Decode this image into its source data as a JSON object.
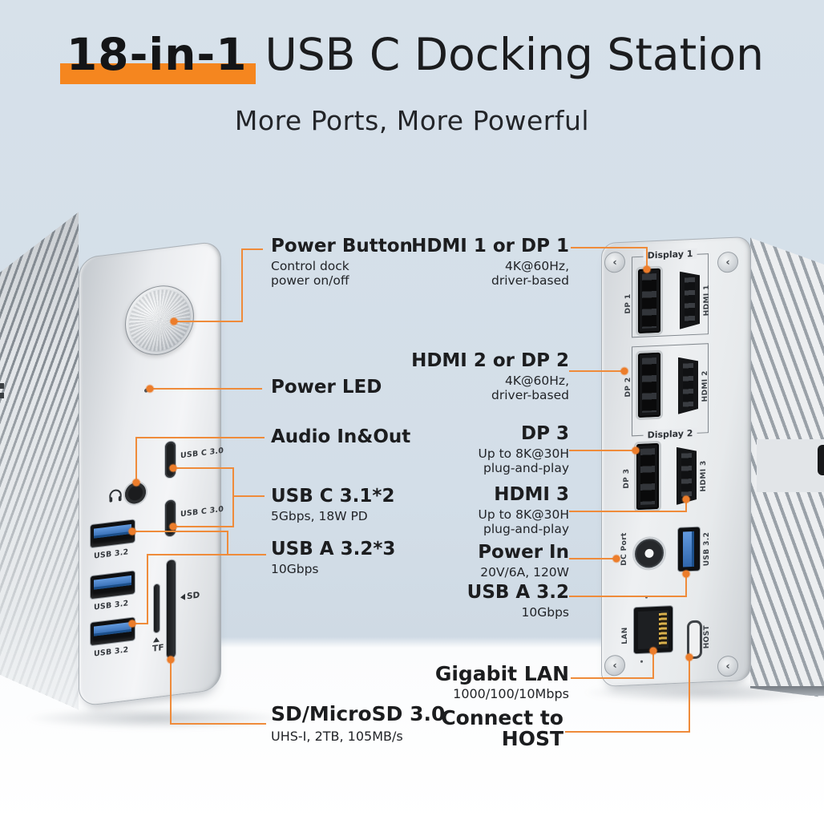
{
  "header": {
    "badge": "18-in-1",
    "title": "USB C Docking Station",
    "subtitle": "More Ports, More Powerful"
  },
  "colors": {
    "accent_orange": "#F5861F",
    "callout_line_orange": "#EF8B3A",
    "background_blue": "#D3DEE8",
    "surface_white": "#FFFFFF",
    "usb_port_blue": "#3C79C4",
    "text_dark": "#1C1D1F"
  },
  "left_device": {
    "ports": {
      "usb_c_1": "USB C 3.0",
      "usb_c_2": "USB C 3.0",
      "usb_a_1": "USB 3.2",
      "usb_a_2": "USB 3.2",
      "usb_a_3": "USB 3.2",
      "tf": "TF",
      "sd": "SD"
    },
    "callouts": {
      "power_button": {
        "title": "Power Button",
        "line1": "Control dock",
        "line2": "power on/off"
      },
      "power_led": {
        "title": "Power LED"
      },
      "audio": {
        "title": "Audio In&Out"
      },
      "usb_c": {
        "title": "USB C 3.1*2",
        "sub": "5Gbps, 18W PD"
      },
      "usb_a": {
        "title": "USB A 3.2*3",
        "sub": "10Gbps"
      },
      "sd": {
        "title": "SD/MicroSD 3.0",
        "sub": "UHS-I, 2TB, 105MB/s"
      }
    }
  },
  "right_device": {
    "groups": {
      "display1": "Display 1",
      "display2": "Display 2"
    },
    "ports": {
      "dp1": "DP 1",
      "hdmi1": "HDMI 1",
      "dp2": "DP 2",
      "hdmi2": "HDMI 2",
      "dp3": "DP 3",
      "hdmi3": "HDMI 3",
      "dc": "DC Port",
      "usb32": "USB 3.2",
      "lan": "LAN",
      "host": "HOST"
    },
    "callouts": {
      "display1": {
        "title": "HDMI 1 or DP 1",
        "line1": "4K@60Hz,",
        "line2": "driver-based"
      },
      "display2": {
        "title": "HDMI 2 or DP 2",
        "line1": "4K@60Hz,",
        "line2": "driver-based"
      },
      "dp3": {
        "title": "DP 3",
        "line1": "Up to 8K@30H",
        "line2": "plug-and-play"
      },
      "hdmi3": {
        "title": "HDMI 3",
        "line1": "Up to 8K@30H",
        "line2": "plug-and-play"
      },
      "power_in": {
        "title": "Power In",
        "sub": "20V/6A, 120W"
      },
      "usb_a": {
        "title": "USB A 3.2",
        "sub": "10Gbps"
      },
      "lan": {
        "title": "Gigabit LAN",
        "sub": "1000/100/10Mbps"
      },
      "host": {
        "line1": "Connect to",
        "line2": "HOST"
      }
    }
  }
}
